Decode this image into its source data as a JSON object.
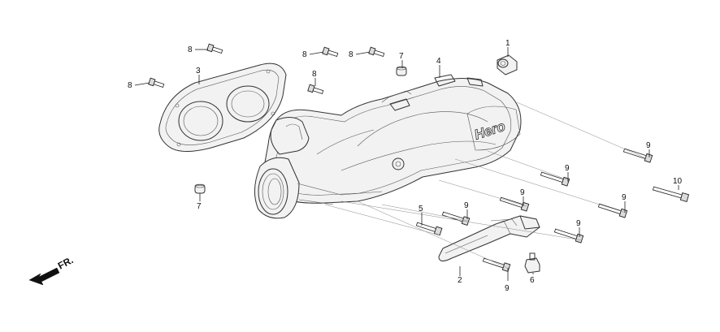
{
  "callouts": {
    "c1": "1",
    "c2": "2",
    "c3": "3",
    "c4": "4",
    "c5": "5",
    "c6": "6",
    "c7a": "7",
    "c7b": "7",
    "c8a": "8",
    "c8b": "8",
    "c8c": "8",
    "c8d": "8",
    "c8e": "8",
    "c9a": "9",
    "c9b": "9",
    "c9c": "9",
    "c9d": "9",
    "c9e": "9",
    "c9f": "9",
    "c9g": "9",
    "c10": "10"
  },
  "logo_text": "Hero",
  "direction_label": "FR."
}
